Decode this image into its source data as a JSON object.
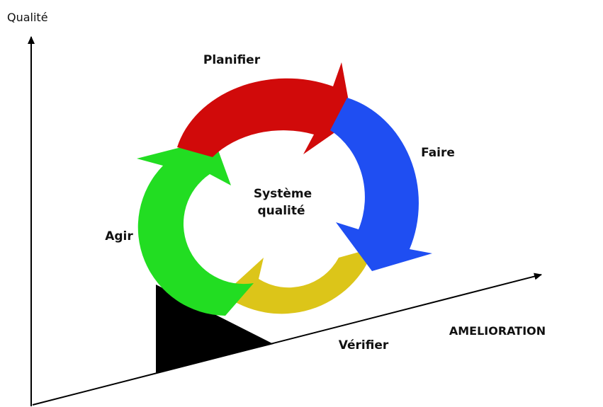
{
  "axes": {
    "y_label": "Qualité"
  },
  "stages": {
    "plan": {
      "label": "Planifier",
      "color": "#d10a0a"
    },
    "do": {
      "label": "Faire",
      "color": "#1f4ef2"
    },
    "check": {
      "label": "Vérifier",
      "color": "#dcc519"
    },
    "act": {
      "label": "Agir",
      "color": "#22dd22"
    }
  },
  "center": {
    "line1": "Système",
    "line2": "qualité"
  },
  "slope_label": "AMELIORATION",
  "wedge_color": "#000000"
}
